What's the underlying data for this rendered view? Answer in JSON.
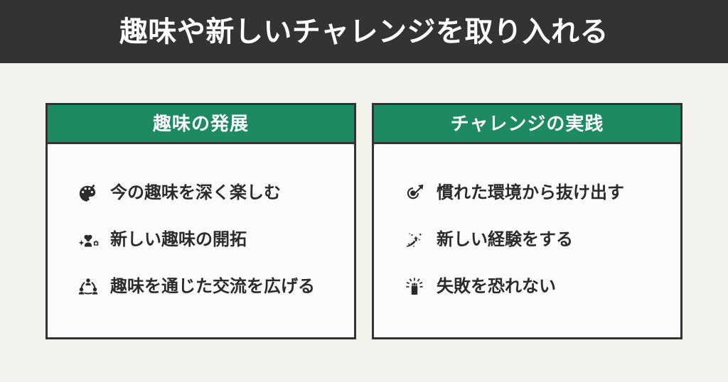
{
  "header": {
    "title": "趣味や新しいチャレンジを取り入れる",
    "background_color": "#333333",
    "text_color": "#ffffff"
  },
  "theme": {
    "page_background": "#f4f2ed",
    "accent_green": "#1d8a61",
    "border_color": "#333333",
    "card_background": "#fcfcfc",
    "body_text_color": "#2b2b2b"
  },
  "cards": [
    {
      "title": "趣味の発展",
      "items": [
        {
          "icon": "palette-icon",
          "label": "今の趣味を深く楽しむ"
        },
        {
          "icon": "interests-icon",
          "label": "新しい趣味の開拓"
        },
        {
          "icon": "group-network-icon",
          "label": "趣味を通じた交流を広げる"
        }
      ]
    },
    {
      "title": "チャレンジの実践",
      "items": [
        {
          "icon": "rocket-launch-icon",
          "label": "慣れた環境から抜け出す"
        },
        {
          "icon": "magic-wand-sparkle-icon",
          "label": "新しい経験をする"
        },
        {
          "icon": "raised-fist-icon",
          "label": "失敗を恐れない"
        }
      ]
    }
  ]
}
